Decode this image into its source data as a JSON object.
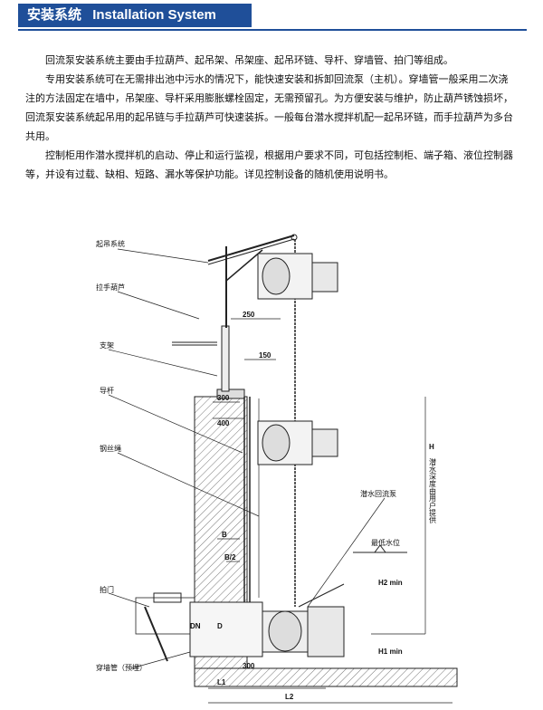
{
  "header": {
    "title_cn": "安装系统",
    "title_en": "Installation System"
  },
  "paragraphs": [
    "回流泵安装系统主要由手拉葫芦、起吊架、吊架座、起吊环链、导杆、穿墙管、拍门等组成。",
    "专用安装系统可在无需排出池中污水的情况下，能快速安装和拆卸回流泵（主机）。穿墙管一般采用二次浇注的方法固定在墙中，吊架座、导杆采用膨胀螺栓固定，无需预留孔。为方便安装与维护，防止葫芦锈蚀损坏，回流泵安装系统起吊用的起吊链与手拉葫芦可快速装拆。一般每台潜水搅拌机配一起吊环链，而手拉葫芦为多台共用。",
    "控制柜用作潜水搅拌机的启动、停止和运行监视，根据用户要求不同，可包括控制柜、端子箱、液位控制器等，并设有过载、缺相、短路、漏水等保护功能。详见控制设备的随机使用说明书。"
  ],
  "diagram": {
    "labels": {
      "lifting_system": "起吊系统",
      "chain_hoist": "拉手葫芦",
      "bracket": "支架",
      "guide_rod": "导杆",
      "wire_rope": "钢丝绳",
      "flap_valve": "拍门",
      "wall_pipe": "穿墙管（预埋）",
      "pump": "潜水回流泵",
      "min_water_level": "最低水位",
      "depth_note": "潜水深度由用户提供"
    },
    "dimensions": {
      "d250": "250",
      "d150": "150",
      "d300_top": "300",
      "d400": "400",
      "B": "B",
      "B2": "B/2",
      "H": "H",
      "H2": "H2 min",
      "H1": "H1 min",
      "DN": "DN",
      "D": "D",
      "L1": "L1",
      "d300_bottom": "300",
      "L2": "L2"
    }
  }
}
